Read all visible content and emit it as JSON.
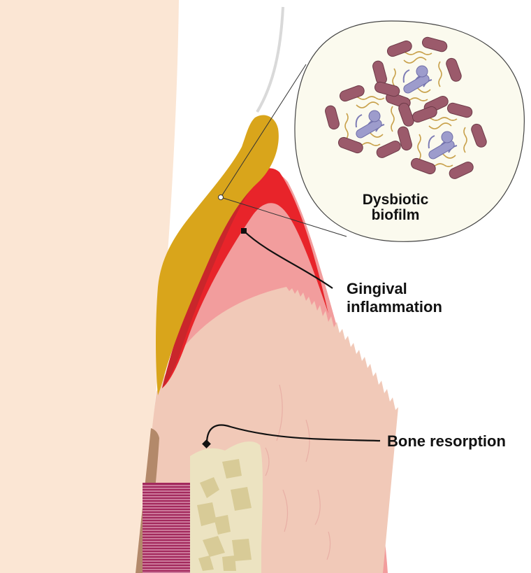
{
  "labels": {
    "biofilm_line1": "Dysbiotic",
    "biofilm_line2": "biofilm",
    "gingival_line1": "Gingival",
    "gingival_line2": "inflammation",
    "bone": "Bone resorption"
  },
  "colors": {
    "tooth": "#fbe6d4",
    "enamel_edge": "#d9d9d9",
    "plaque": "#d9a51b",
    "inflamed_outer": "#e8242a",
    "inflamed_dark": "#c9262b",
    "gingiva": "#f29d9d",
    "connective": "#f1c9b8",
    "bone": "#ece3c1",
    "marrow": "#d8cb97",
    "cementum": "#b3896a",
    "ligament": "#a3295d",
    "bacteria": "#9b5a6b",
    "bacteria_core": "#9d9ccc",
    "fibers": "#c9a24d",
    "inset_bg": "#fbfaee",
    "line": "#111111"
  }
}
